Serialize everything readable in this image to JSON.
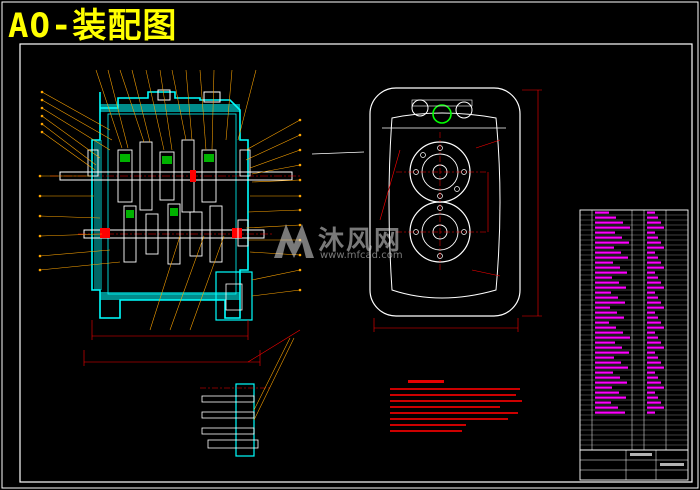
{
  "drawing": {
    "title": "AO-装配图"
  },
  "watermark": {
    "brand": "沐风网",
    "url": "www.mfcad.com",
    "logo_icon": "mfcad-logo-icon"
  },
  "colors": {
    "background": "#000000",
    "frame": "#ffffff",
    "title": "#ffff00",
    "housing": "#00ffff",
    "callouts": "#ffa500",
    "dimensions": "#ff0000",
    "bom": "#ff00ff",
    "section_hatch": "#00ff00"
  }
}
